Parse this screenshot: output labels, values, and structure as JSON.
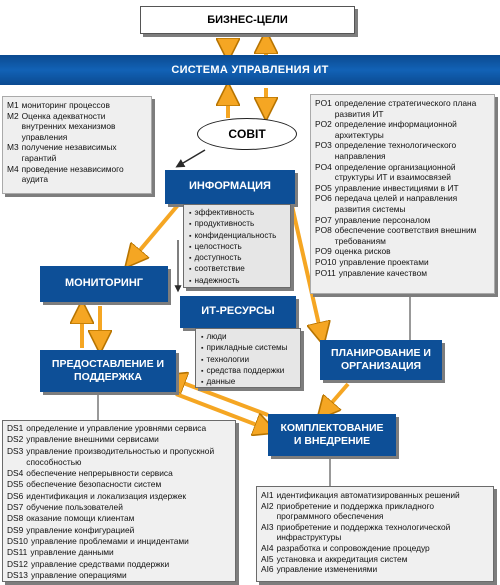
{
  "business_goals": "БИЗНЕС-ЦЕЛИ",
  "it_governance": "СИСТЕМА УПРАВЛЕНИЯ ИТ",
  "cobit": "COBIT",
  "information": {
    "title": "ИНФОРМАЦИЯ",
    "criteria": [
      "эффективность",
      "продуктивность",
      "конфиденциальность",
      "целостность",
      "доступность",
      "соответствие",
      "надежность"
    ]
  },
  "it_resources": {
    "title": "ИТ-РЕСУРСЫ",
    "items": [
      "люди",
      "прикладные системы",
      "технологии",
      "средства поддержки",
      "данные"
    ]
  },
  "monitoring": {
    "title": "МОНИТОРИНГ",
    "processes": [
      {
        "code": "M1",
        "text": "мониторинг процессов"
      },
      {
        "code": "M2",
        "text": "Оценка адекватности внутренних механизмов управления"
      },
      {
        "code": "M3",
        "text": "получение независимых гарантий"
      },
      {
        "code": "M4",
        "text": "проведение независимого аудита"
      }
    ]
  },
  "planning": {
    "title": "ПЛАНИРОВАНИЕ И ОРГАНИЗАЦИЯ",
    "processes": [
      {
        "code": "PO1",
        "text": "определение стратегического плана развития ИТ"
      },
      {
        "code": "PO2",
        "text": "определение информационной архитектуры"
      },
      {
        "code": "PO3",
        "text": "определение технологического направления"
      },
      {
        "code": "PO4",
        "text": "определение организационной структуры ИТ и взаимосвязей"
      },
      {
        "code": "PO5",
        "text": "управление инвестициями в ИТ"
      },
      {
        "code": "PO6",
        "text": "передача целей и направления развития системы"
      },
      {
        "code": "PO7",
        "text": "управление персоналом"
      },
      {
        "code": "PO8",
        "text": "обеспечение соответствия внешним требованиям"
      },
      {
        "code": "PO9",
        "text": "оценка рисков"
      },
      {
        "code": "PO10",
        "text": "управление проектами"
      },
      {
        "code": "PO11",
        "text": "управление качеством"
      }
    ]
  },
  "delivery": {
    "title": "ПРЕДОСТАВЛЕНИЕ И ПОДДЕРЖКА",
    "processes": [
      {
        "code": "DS1",
        "text": "определение и управление уровнями сервиса"
      },
      {
        "code": "DS2",
        "text": "управление внешними сервисами"
      },
      {
        "code": "DS3",
        "text": "управление производительностью и пропускной способностью"
      },
      {
        "code": "DS4",
        "text": "обеспечение непрерывности сервиса"
      },
      {
        "code": "DS5",
        "text": "обеспечение безопасности систем"
      },
      {
        "code": "DS6",
        "text": "идентификация и локализация издержек"
      },
      {
        "code": "DS7",
        "text": "обучение пользователей"
      },
      {
        "code": "DS8",
        "text": "оказание помощи клиентам"
      },
      {
        "code": "DS9",
        "text": "управление конфигурацией"
      },
      {
        "code": "DS10",
        "text": "управление проблемами и инцидентами"
      },
      {
        "code": "DS11",
        "text": "управление данными"
      },
      {
        "code": "DS12",
        "text": "управление средствами поддержки"
      },
      {
        "code": "DS13",
        "text": "управление операциями"
      }
    ]
  },
  "acquisition": {
    "title": "КОМПЛЕКТОВАНИЕ И ВНЕДРЕНИЕ",
    "processes": [
      {
        "code": "AI1",
        "text": "идентификация автоматизированных решений"
      },
      {
        "code": "AI2",
        "text": "приобретение и поддержка прикладного программного обеспечения"
      },
      {
        "code": "AI3",
        "text": "приобретение и поддержка технологической инфраструктуры"
      },
      {
        "code": "AI4",
        "text": "разработка и сопровождение процедур"
      },
      {
        "code": "AI5",
        "text": "установка и аккредитация систем"
      },
      {
        "code": "AI6",
        "text": "управление изменениями"
      }
    ]
  },
  "colors": {
    "box": "#0d4f97",
    "arrow": "#f5a623",
    "panel": "#e6e6e6",
    "band": "#0d4f97"
  }
}
